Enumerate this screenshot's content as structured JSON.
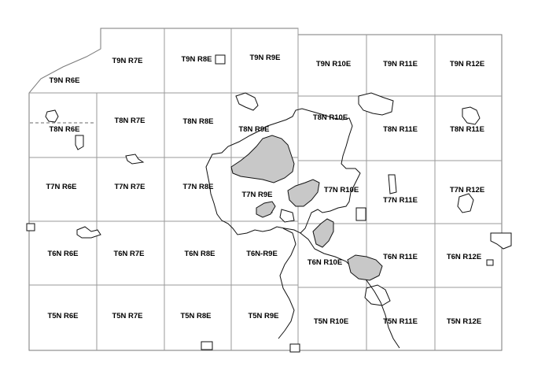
{
  "map": {
    "township_labels": [
      "T9N R6E",
      "T9N R7E",
      "T9N R8E",
      "T9N R9E",
      "T9N R10E",
      "T9N R11E",
      "T9N R12E",
      "T8N R6E",
      "T8N R7E",
      "T8N R8E",
      "T8N R9E",
      "T8N R10E",
      "T8N R11E",
      "T8N R11E",
      "T7N R6E",
      "T7N R7E",
      "T7N R8E",
      "T7N R9E",
      "T7N R10E",
      "T7N R11E",
      "T7N R12E",
      "T6N R6E",
      "T6N R7E",
      "T6N R8E",
      "T6N-R9E",
      "T6N R10E",
      "T6N R11E",
      "T6N R12E",
      "T5N R6E",
      "T5N R7E",
      "T5N R8E",
      "T5N R9E",
      "T5N R10E",
      "T5N R11E",
      "T5N R12E"
    ],
    "colors": {
      "lake_fill": "#c8c8c8",
      "outline": "#111111",
      "grid": "#9a9a9a"
    }
  }
}
